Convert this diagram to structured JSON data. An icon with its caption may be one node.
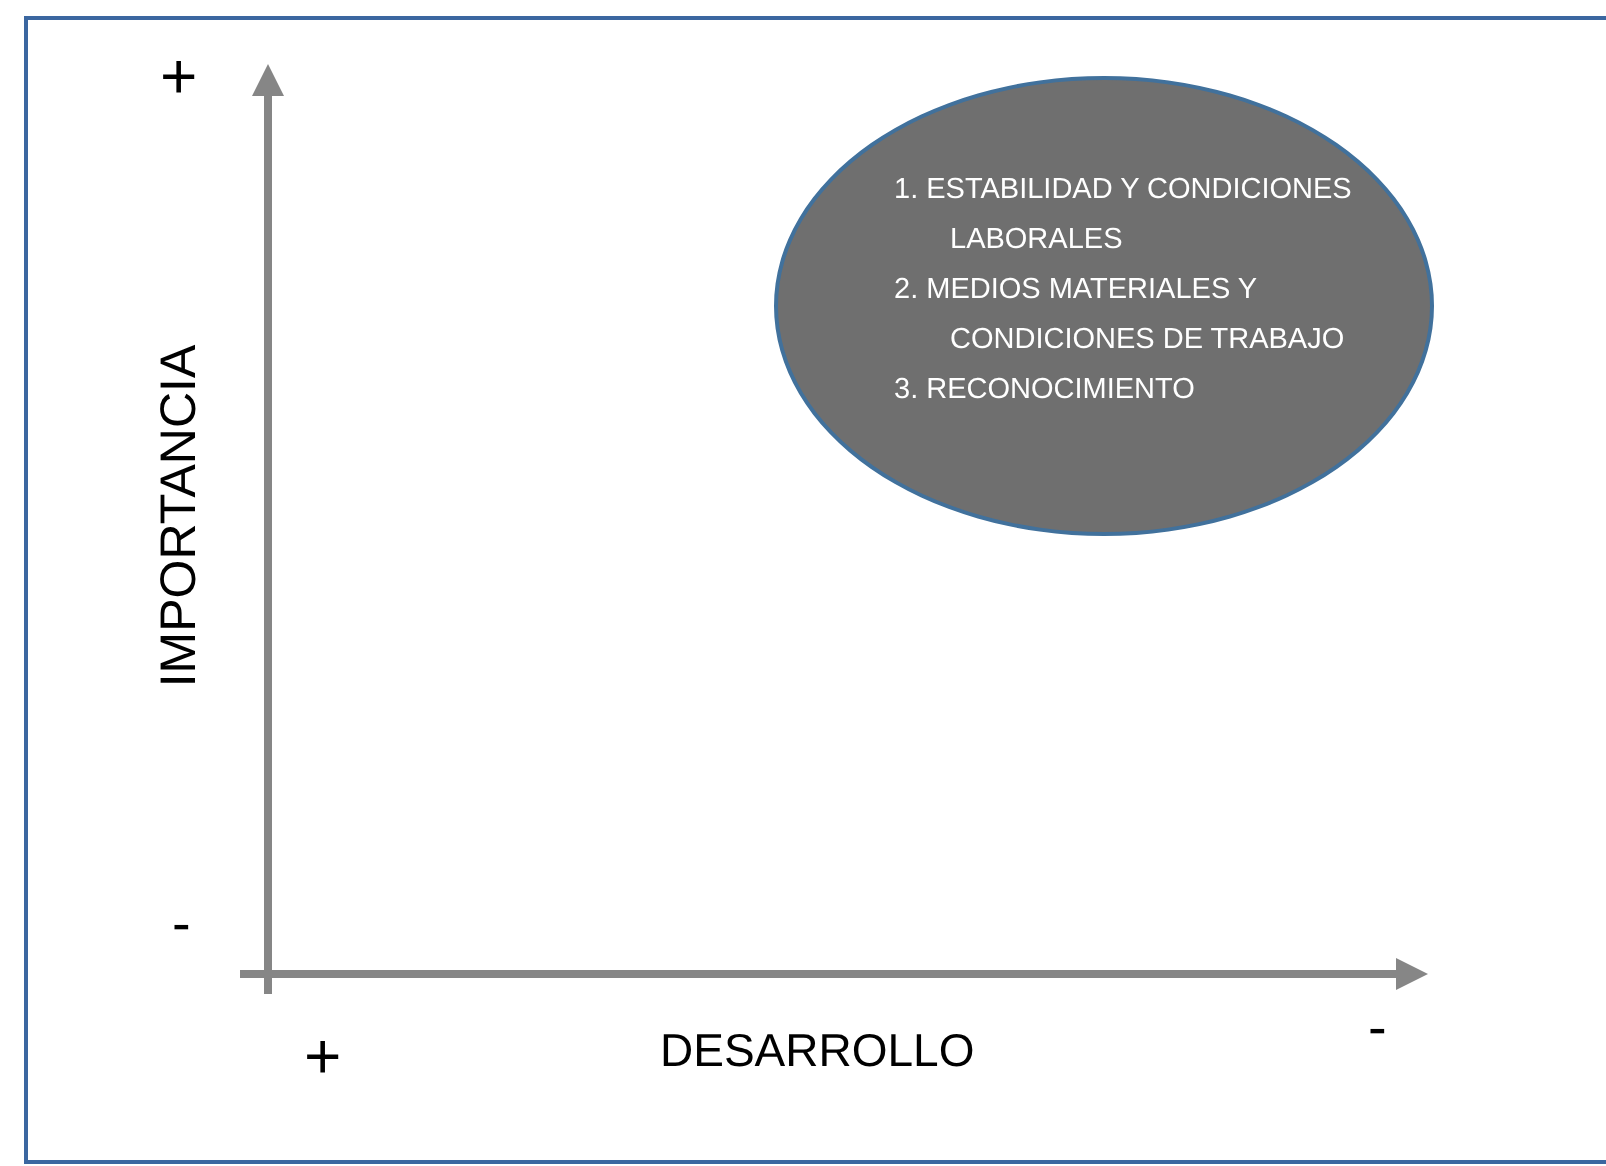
{
  "diagram": {
    "nodes": [
      {
        "text": [
          "1. ESTABILIDAD Y CONDICIONES LABORALES",
          "2. MEDIOS MATERIALES Y CONDICIONES DE TRABAJO",
          "3. RECONOCIMIENTO"
        ]
      }
    ],
    "labels": [
      "+",
      "IMPORTANCIA",
      "-",
      "+",
      "DESARROLLO",
      "-"
    ]
  }
}
